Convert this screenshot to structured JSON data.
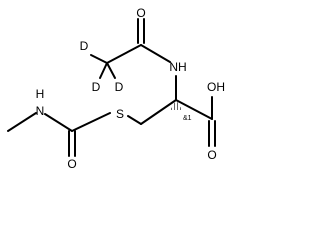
{
  "molecule": {
    "atoms": {
      "o_acetyl": "O",
      "d_top": "D",
      "d_left": "D",
      "d_right": "D",
      "nh_amide": "NH",
      "nh_methyl": "H",
      "n_methyl": "N",
      "s_thio": "S",
      "o_carbamoyl": "O",
      "oh_acid": "OH",
      "o_acid": "O"
    },
    "stereo_label": "&1"
  }
}
